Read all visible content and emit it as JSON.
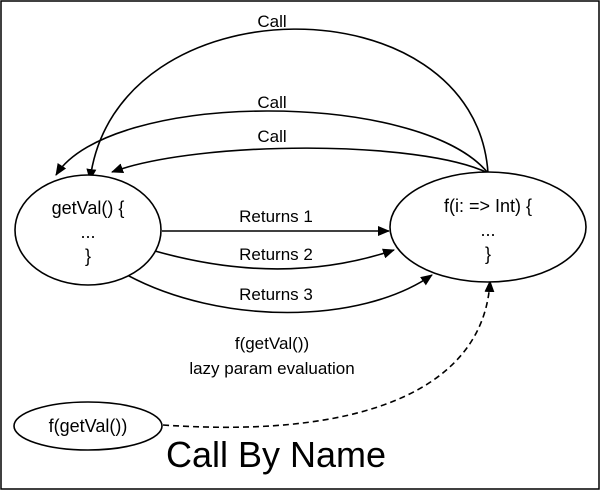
{
  "diagram": {
    "title": "Call By Name",
    "nodes": {
      "getval": {
        "line1": "getVal() {",
        "line2": "...",
        "line3": "}"
      },
      "f": {
        "line1": "f(i: => Int) {",
        "line2": "...",
        "line3": "}"
      },
      "caller": {
        "label": "f(getVal())"
      }
    },
    "edges": {
      "call_top": "Call",
      "call_middle": "Call",
      "call_lower": "Call",
      "returns_1": "Returns 1",
      "returns_2": "Returns 2",
      "returns_3": "Returns 3"
    },
    "note": {
      "line1": "f(getVal())",
      "line2": "lazy param evaluation"
    },
    "colors": {
      "stroke": "#000000",
      "background": "#ffffff"
    }
  }
}
